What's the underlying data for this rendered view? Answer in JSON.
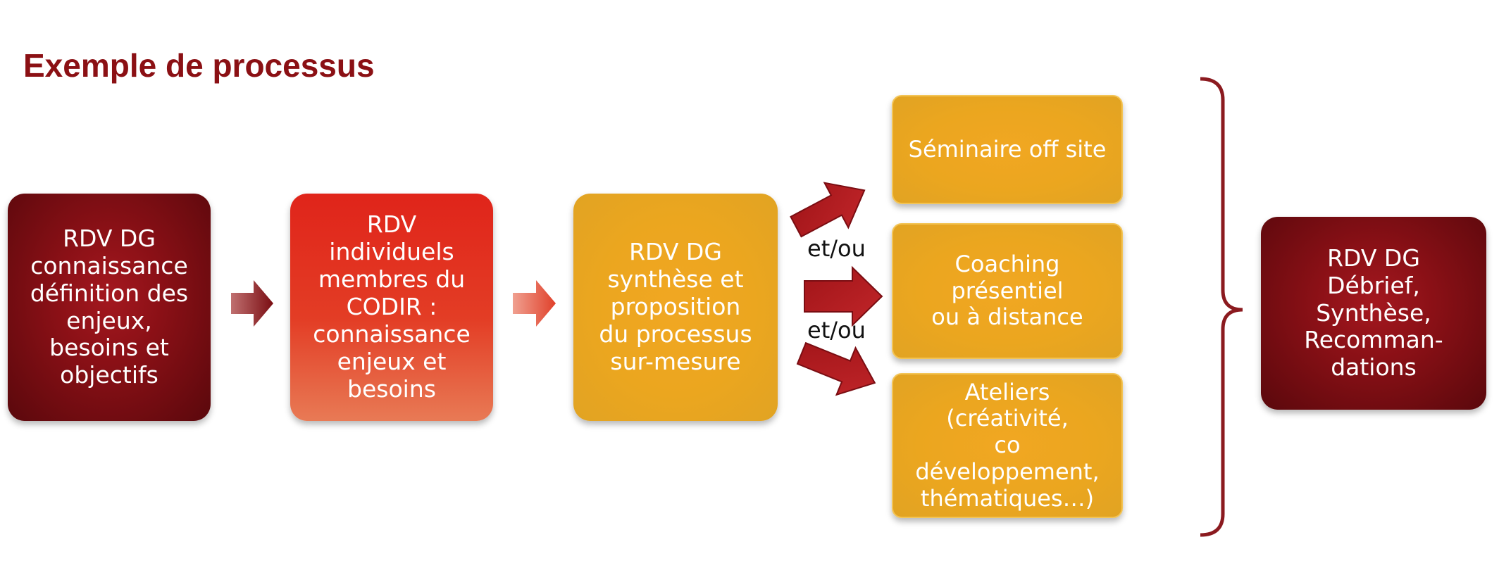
{
  "title": "Exemple de processus",
  "boxes": {
    "step1": "RDV DG\nconnaissance\ndéfinition des\nenjeux,\nbesoins et\nobjectifs",
    "step2": "RDV\nindividuels\nmembres du\nCODIR :\nconnaissance\nenjeux et\nbesoins",
    "step3": "RDV DG\nsynthèse et\nproposition\ndu processus\nsur-mesure",
    "option1": "Séminaire off site",
    "option2": "Coaching présentiel\nou à distance",
    "option3": "Ateliers (créativité,\nco développement,\nthématiques…)",
    "step4": "RDV DG\nDébrief,\nSynthèse,\nRecomman-\ndations"
  },
  "connectors": {
    "label1": "et/ou",
    "label2": "et/ou"
  },
  "colors": {
    "title": "#8b1014",
    "dark_red": "#7a0d12",
    "red": "#e0241a",
    "orange": "#eba61f",
    "bracket": "#8b1a1f"
  }
}
